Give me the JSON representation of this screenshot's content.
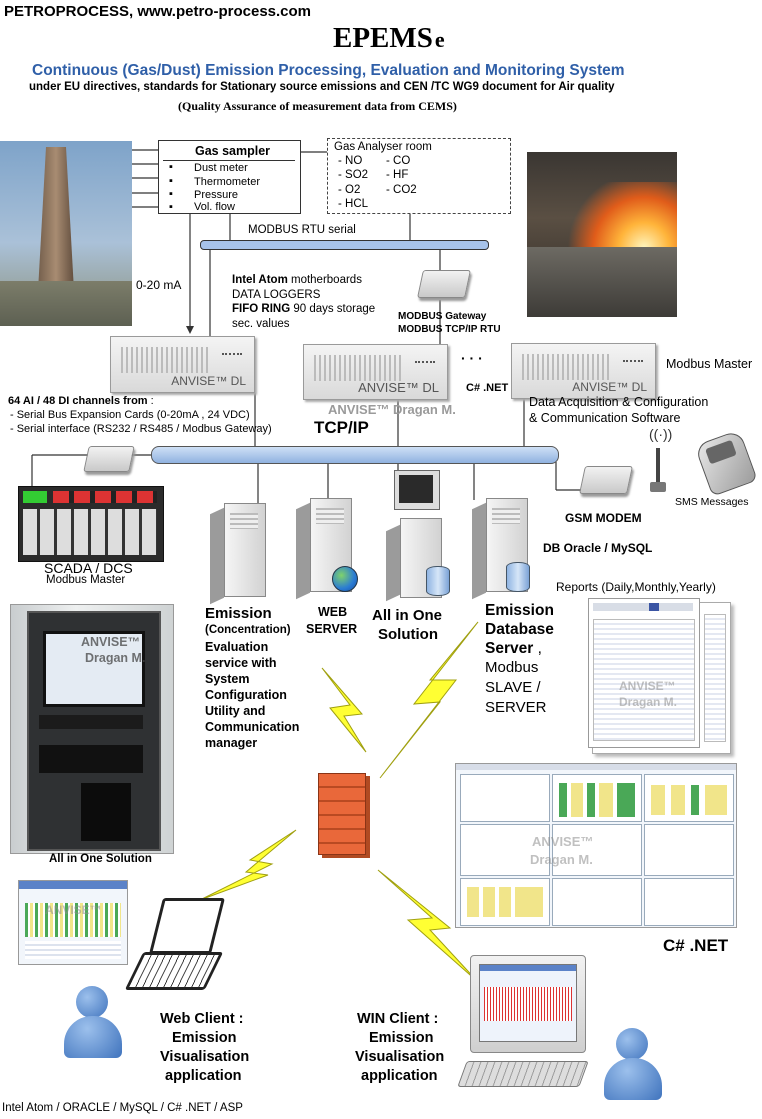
{
  "header": {
    "company": "PETROPROCESS, www.petro-process.com",
    "product": "EPEMS",
    "product_suffix": "e",
    "subtitle": "Continuous (Gas/Dust) Emission Processing, Evaluation and Monitoring System",
    "line2": "under EU directives, standards for Stationary source emissions and CEN /TC WG9 document for Air quality",
    "line3": "(Quality Assurance of measurement data from CEMS)"
  },
  "gas_sampler": {
    "title": "Gas sampler",
    "items": [
      "Dust meter",
      "Thermometer",
      "Pressure",
      "Vol. flow"
    ]
  },
  "analyser": {
    "title": "Gas Analyser room",
    "col1": [
      "- NO",
      "- SO2",
      "- O2",
      "- HCL"
    ],
    "col2": [
      "- CO",
      "- HF",
      "- CO2"
    ]
  },
  "modbus_rtu": "MODBUS RTU serial",
  "ma_label": "0-20 mA",
  "atom": {
    "l1a": "Intel Atom",
    "l1b": " motherboards",
    "l2": "DATA LOGGERS",
    "l3a": "FIFO RING",
    "l3b": " 90 days storage",
    "l4": "sec. values"
  },
  "gateway": {
    "l1": "MODBUS Gateway",
    "l2": "MODBUS TCP/IP RTU"
  },
  "dl_units": {
    "dl1": "ANVISE™ DL",
    "dl2": "ANVISE™ DL",
    "dl3": "ANVISE™ DL",
    "dots": "· · ·",
    "csharp": "C# .NET",
    "author": "ANVISE™ Dragan M."
  },
  "modbus_master": "Modbus Master",
  "channels": {
    "title": "64 AI / 48 DI channels from",
    "colon": " :",
    "l1": "- Serial Bus Expansion Cards (0-20mA , 24 VDC)",
    "l2": "- Serial  interface (RS232 / RS485 / Modbus Gateway)"
  },
  "tcpip": "TCP/IP",
  "daq": {
    "l1": "Data Acquisition & Configuration",
    "l2": "& Communication  Software"
  },
  "sms": "SMS Messages",
  "gsm": "GSM MODEM",
  "db_label": "DB Oracle / MySQL",
  "scada": {
    "l1": "SCADA / DCS",
    "l2": "Modbus Master"
  },
  "reports": "Reports (Daily,Monthly,Yearly)",
  "emission_service": {
    "title": "Emission",
    "sub": "(Concentration)",
    "lines": [
      "Evaluation",
      "service with",
      "System",
      "Configuration",
      "Utility and",
      "Communication",
      "manager"
    ]
  },
  "web_server": {
    "l1": "WEB",
    "l2": "SERVER"
  },
  "all_in_one": {
    "l1": "All in One",
    "l2": "Solution"
  },
  "db_server": {
    "l1": "Emission",
    "l2": "Database",
    "l3": "Server",
    "l3b": " ,",
    "l4": "Modbus",
    "l5": "SLAVE /",
    "l6": "SERVER"
  },
  "cabinet": {
    "wm1": "ANVISE™",
    "wm2": "Dragan M.",
    "caption": "All in One Solution"
  },
  "report_wm": {
    "l1": "ANVISE™",
    "l2": "Dragan M."
  },
  "dash_wm": {
    "l1": "ANVISE™",
    "l2": "Dragan M."
  },
  "web_shot_wm": "ANVISE™",
  "csharp_label": "C# .NET",
  "web_client": {
    "l1": "Web Client :",
    "l2": "Emission",
    "l3": "Visualisation",
    "l4": "application"
  },
  "win_client": {
    "l1": "WIN Client :",
    "l2": "Emission",
    "l3": "Visualisation",
    "l4": "application"
  },
  "footer": "Intel Atom / ORACLE / MySQL  / C#  .NET / ASP",
  "colors": {
    "subtitle": "#2f5fa8",
    "bus": "#a7c3ea",
    "lightning": "#ffff33",
    "firewall": "#e9683a",
    "user": "#4d82c8"
  }
}
